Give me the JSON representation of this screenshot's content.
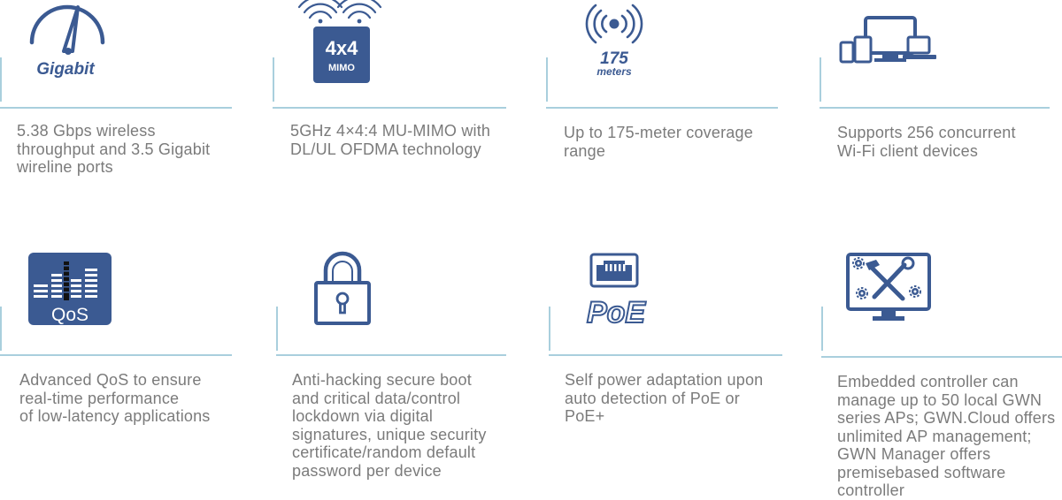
{
  "colors": {
    "icon": "#3b5a92",
    "line": "#a9cfdd",
    "text": "#7b7b7b"
  },
  "features": [
    {
      "icon": "speedometer-icon",
      "icon_text": "Gigabit",
      "text": "5.38 Gbps wireless\nthroughput and 3.5 Gigabit\nwireline ports"
    },
    {
      "icon": "mimo-icon",
      "icon_text": "4x4",
      "icon_sub": "MIMO",
      "text": "5GHz 4×4:4 MU-MIMO with\nDL/UL OFDMA technology"
    },
    {
      "icon": "coverage-icon",
      "icon_text": "175",
      "icon_sub": "meters",
      "text": "Up to 175-meter coverage\nrange"
    },
    {
      "icon": "devices-icon",
      "text": "Supports 256 concurrent\nWi-Fi client devices"
    },
    {
      "icon": "qos-icon",
      "icon_text": "QoS",
      "text": "Advanced QoS to ensure\nreal-time performance\nof low-latency applications"
    },
    {
      "icon": "lock-icon",
      "text": "Anti-hacking secure boot\nand critical data/control\nlockdown via digital\nsignatures, unique security\ncertificate/random default\npassword per device"
    },
    {
      "icon": "poe-icon",
      "icon_text": "PoE",
      "text": "Self power adaptation upon\nauto detection of PoE or\nPoE+"
    },
    {
      "icon": "controller-icon",
      "text": "Embedded controller can\nmanage up to 50 local GWN\nseries APs; GWN.Cloud offers\nunlimited AP management;\nGWN Manager offers\npremisebased software\ncontroller"
    }
  ]
}
